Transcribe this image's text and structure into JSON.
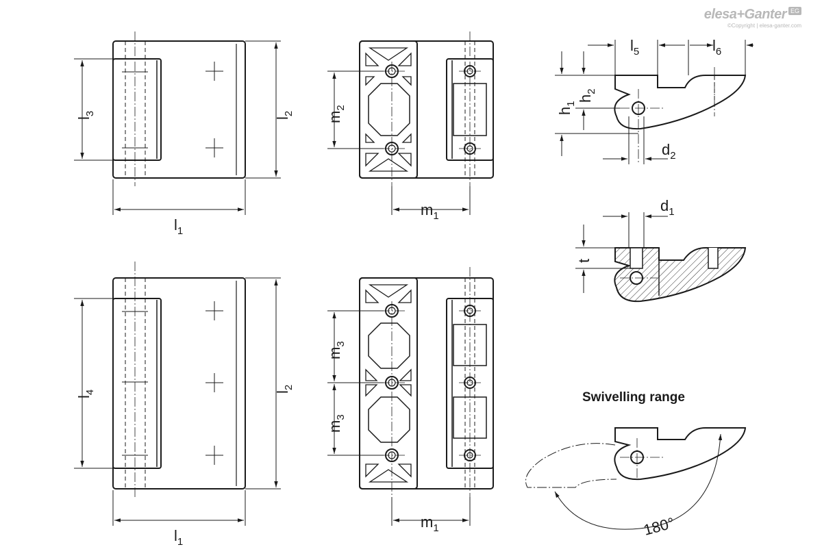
{
  "logo": {
    "brand": "elesa+Ganter",
    "badge": "EG",
    "copyright": "©Copyright | elesa-ganter.com"
  },
  "dimensions": {
    "l1": "l1",
    "l2": "l2",
    "l3": "l3",
    "l4": "l4",
    "l5": "l5",
    "l6": "l6",
    "m1": "m1",
    "m2": "m2",
    "m3": "m3",
    "h1": "h1",
    "h2": "h2",
    "d1": "d1",
    "d2": "d2",
    "t": "t"
  },
  "swivel": {
    "title": "Swivelling range",
    "angle": "180°"
  }
}
